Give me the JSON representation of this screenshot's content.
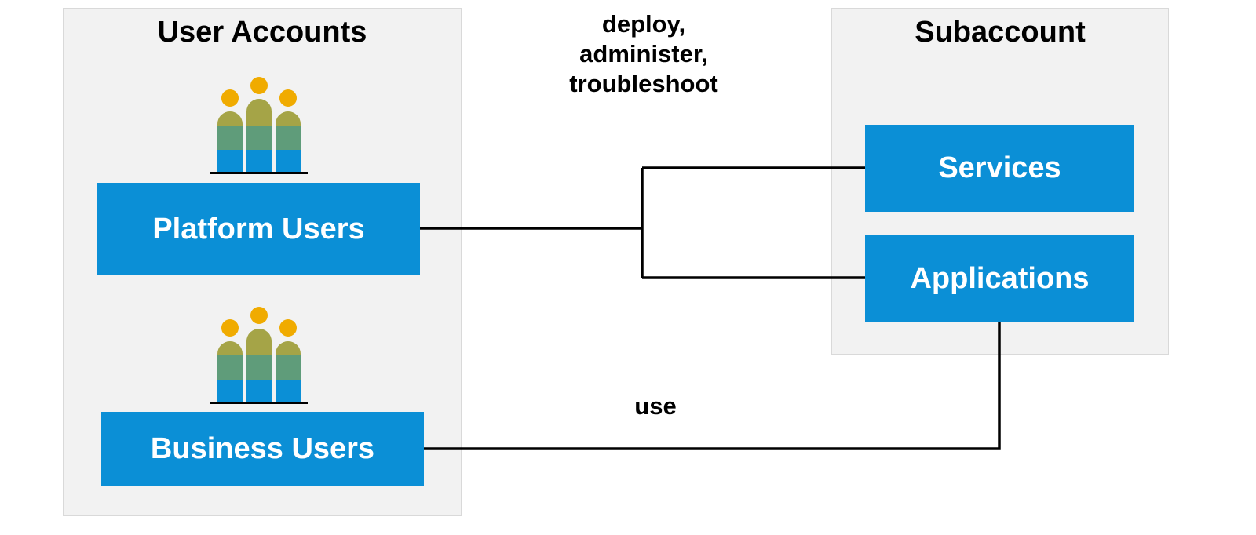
{
  "diagram": {
    "user_accounts": {
      "title": "User Accounts",
      "platform_users": "Platform Users",
      "business_users": "Business Users"
    },
    "subaccount": {
      "title": "Subaccount",
      "services": "Services",
      "applications": "Applications"
    },
    "edges": {
      "deploy_line1": "deploy,",
      "deploy_line2": "administer,",
      "deploy_line3": "troubleshoot",
      "use": "use"
    },
    "icons": {
      "platform_group": "user-group-icon",
      "business_group": "user-group-icon"
    },
    "colors": {
      "box_fill": "#0b8fd6",
      "panel_fill": "#f2f2f2",
      "icon_head": "#f0ab00",
      "icon_band_top": "#a5a447",
      "icon_band_mid": "#5f9c7a",
      "icon_band_bottom": "#0b8fd6"
    }
  }
}
